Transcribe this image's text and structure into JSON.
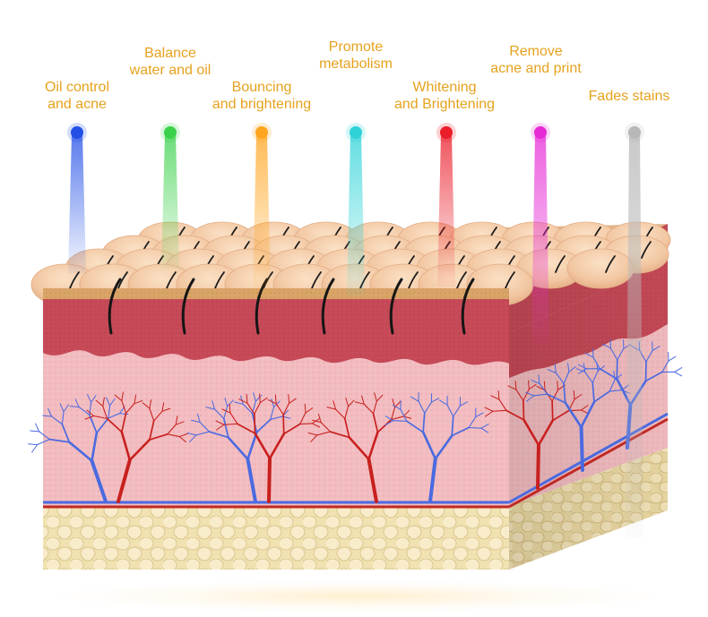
{
  "labels": [
    {
      "line1": "Oil control",
      "line2": "and acne",
      "color": "#2250e6"
    },
    {
      "line1": "Balance",
      "line2": "water and oil",
      "color": "#3bd14a"
    },
    {
      "line1": "Bouncing",
      "line2": "and brightening",
      "color": "#ffa51f"
    },
    {
      "line1": "Promote",
      "line2": "metabolism",
      "color": "#2fd3d8"
    },
    {
      "line1": "Whitening",
      "line2": "and Brightening",
      "color": "#ea1d2a"
    },
    {
      "line1": "Remove",
      "line2": "acne and print",
      "color": "#e62bd6"
    },
    {
      "line1": "Fades stains",
      "line2": "",
      "color": "#b8b8b8"
    }
  ],
  "colors": {
    "label_text": "#e6a21e",
    "epidermis": "#f2c9a4",
    "dermis_top": "#c9545f",
    "dermis": "#f0b8bd",
    "fat": "#f3e4b6",
    "artery": "#c8201e",
    "vein": "#3f63e0"
  }
}
